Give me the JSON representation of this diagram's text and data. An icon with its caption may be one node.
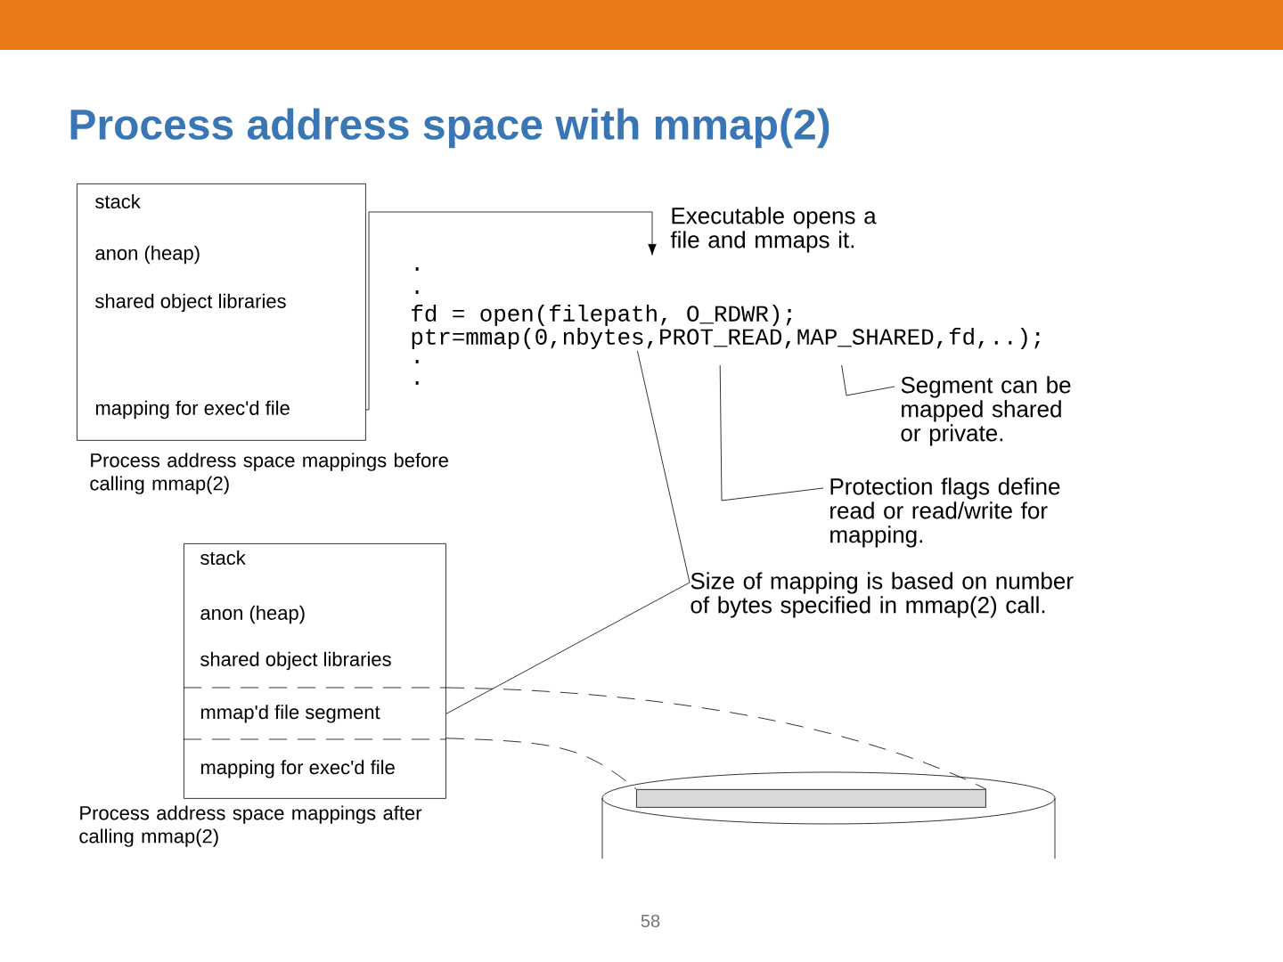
{
  "diagram": {
    "title": "Process address space with mmap(2)",
    "nodes": [
      {
        "text": [
          "stack",
          "anon (heap)",
          "shared object libraries",
          "mapping for exec'd file"
        ],
        "beside": [
          "Process address space mappings before calling mmap(2)"
        ]
      },
      {
        "text": [
          "Executable opens a file and mmaps it."
        ]
      },
      {
        "text": [
          ".",
          ".",
          "fd = open(filepath, O_RDWR);",
          "ptr=mmap(0,nbytes,PROT_READ,MAP_SHARED,fd,..);",
          ".",
          "."
        ]
      },
      {
        "text": [
          "Segment can be mapped shared or private."
        ]
      },
      {
        "text": [
          "Protection flags define read or read/write for mapping."
        ]
      },
      {
        "text": [
          "Size of mapping is based on number of bytes specified in mmap(2) call."
        ]
      },
      {
        "text": [
          "stack",
          "anon (heap)",
          "shared object libraries"
        ],
        "beside": [
          "Process address space mappings after calling mmap(2)"
        ]
      },
      {
        "text": [
          "mmap'd file segment"
        ],
        "in": 6
      },
      {
        "text": [
          "mapping for exec'd file"
        ],
        "in": 6
      },
      {
        "text": [],
        "shape": "cylinder"
      },
      {
        "text": [],
        "shape": "bar",
        "in": 9
      }
    ],
    "edges": [
      {
        "from": 0,
        "to": 2,
        "arrow": "to"
      },
      {
        "from": 3,
        "to": 2,
        "arrow": "none"
      },
      {
        "from": 4,
        "to": 2,
        "arrow": "none"
      },
      {
        "from": 5,
        "to": 2,
        "arrow": "none"
      },
      {
        "from": 5,
        "to": 7,
        "arrow": "none"
      },
      {
        "from": 7,
        "to": 10,
        "arrow": "none",
        "style": "dashed"
      },
      {
        "from": 7,
        "to": 10,
        "arrow": "none",
        "style": "dashed"
      }
    ],
    "labels": [
      "58"
    ]
  }
}
